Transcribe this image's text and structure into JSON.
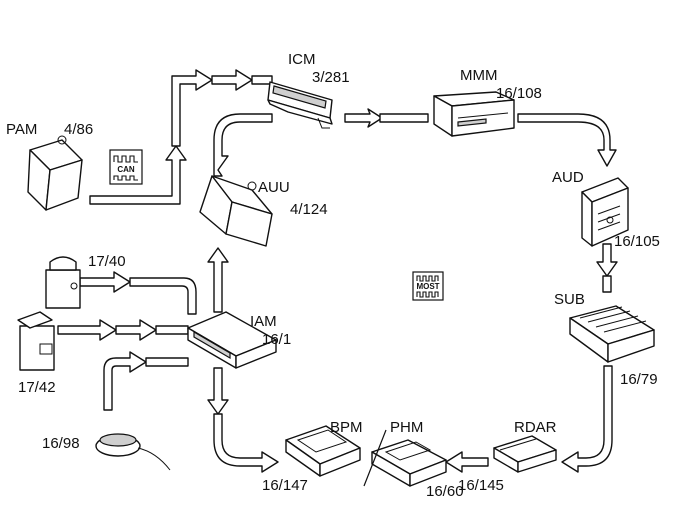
{
  "modules": {
    "icm": {
      "name": "ICM",
      "ref": "3/281"
    },
    "mmm": {
      "name": "MMM",
      "ref": "16/108"
    },
    "aud": {
      "name": "AUD",
      "ref": "16/105"
    },
    "sub": {
      "name": "SUB",
      "ref": "16/79"
    },
    "rdar": {
      "name": "RDAR",
      "ref": "16/145"
    },
    "phm": {
      "name": "PHM",
      "ref": "16/60"
    },
    "bpm": {
      "name": "BPM",
      "ref": "16/147"
    },
    "iam": {
      "name": "IAM",
      "ref": "16/1"
    },
    "auu": {
      "name": "AUU",
      "ref": "4/124"
    },
    "pam": {
      "name": "PAM",
      "ref": "4/86"
    }
  },
  "peripherals": {
    "upper": {
      "ref": "17/40"
    },
    "lower": {
      "ref": "17/42"
    },
    "puck": {
      "ref": "16/98"
    }
  },
  "badges": {
    "can": "CAN",
    "most": "MOST"
  }
}
